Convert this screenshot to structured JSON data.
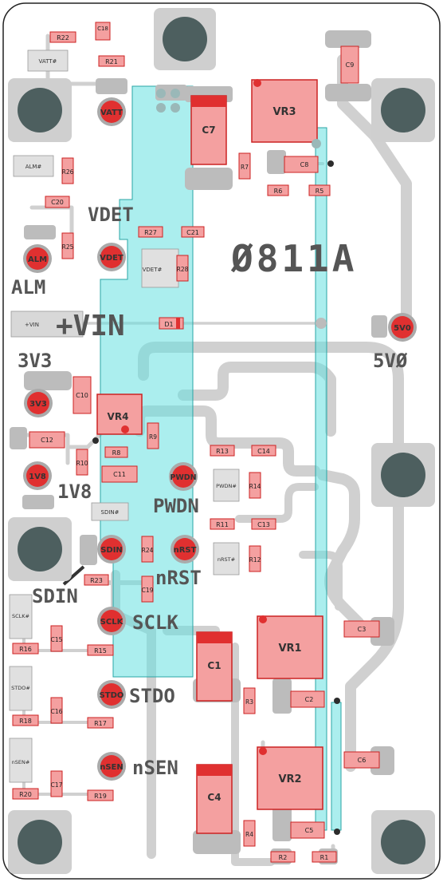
{
  "board": {
    "outline_color": "#222222",
    "trace_color": "#d0d0d0",
    "pad_color": "#bcbcbc",
    "part_color": "#f4a0a0",
    "part_stroke": "#cc2222",
    "highlight_color": "#66e0e0",
    "mount_hole_color": "#4d5f5f",
    "via_color": "#2c2c2c"
  },
  "silkscreen": {
    "board_id": "Ø811A",
    "vdet": "VDET",
    "alm": "ALM",
    "vin": "+VIN",
    "v3v3": "3V3",
    "v1v8": "1V8",
    "pwdn": "PWDN",
    "nrst": "nRST",
    "sdin": "SDIN",
    "sclk": "SCLK",
    "stdo": "STDO",
    "nsen": "nSEN",
    "v5v0": "5VØ"
  },
  "test_points": {
    "vatt": "VATT",
    "vdet": "VDET",
    "alm": "ALM",
    "v3v3": "3V3",
    "v1v8": "1V8",
    "pwdn": "PWDN",
    "sdin": "SDIN",
    "nrst": "nRST",
    "sclk": "SCLK",
    "stdo": "STDO",
    "nsen": "nSEN",
    "v5v0": "5V0"
  },
  "connectors": {
    "vatt": "VATT#",
    "alm": "ALM#",
    "vdet": "VDET#",
    "vin": "+VIN",
    "sdin": "SDIN#",
    "pwdn": "PWDN#",
    "nrst": "nRST#",
    "sclk": "SCLK#",
    "stdo": "STDO#",
    "nsen": "nSEN#"
  },
  "regulators": {
    "vr1": "VR1",
    "vr2": "VR2",
    "vr3": "VR3",
    "vr4": "VR4"
  },
  "capacitors": {
    "c1": "C1",
    "c2": "C2",
    "c3": "C3",
    "c4": "C4",
    "c5": "C5",
    "c6": "C6",
    "c7": "C7",
    "c8": "C8",
    "c9": "C9",
    "c10": "C10",
    "c11": "C11",
    "c12": "C12",
    "c13": "C13",
    "c14": "C14",
    "c15": "C15",
    "c16": "C16",
    "c17": "C17",
    "c18": "C18",
    "c19": "C19",
    "c20": "C20",
    "c21": "C21"
  },
  "resistors": {
    "r1": "R1",
    "r2": "R2",
    "r3": "R3",
    "r4": "R4",
    "r5": "R5",
    "r6": "R6",
    "r7": "R7",
    "r8": "R8",
    "r9": "R9",
    "r10": "R10",
    "r11": "R11",
    "r12": "R12",
    "r13": "R13",
    "r14": "R14",
    "r15": "R15",
    "r16": "R16",
    "r17": "R17",
    "r18": "R18",
    "r19": "R19",
    "r20": "R20",
    "r21": "R21",
    "r22": "R22",
    "r23": "R23",
    "r24": "R24",
    "r25": "R25",
    "r26": "R26",
    "r27": "R27",
    "r28": "R28"
  },
  "diodes": {
    "d1": "D1"
  }
}
